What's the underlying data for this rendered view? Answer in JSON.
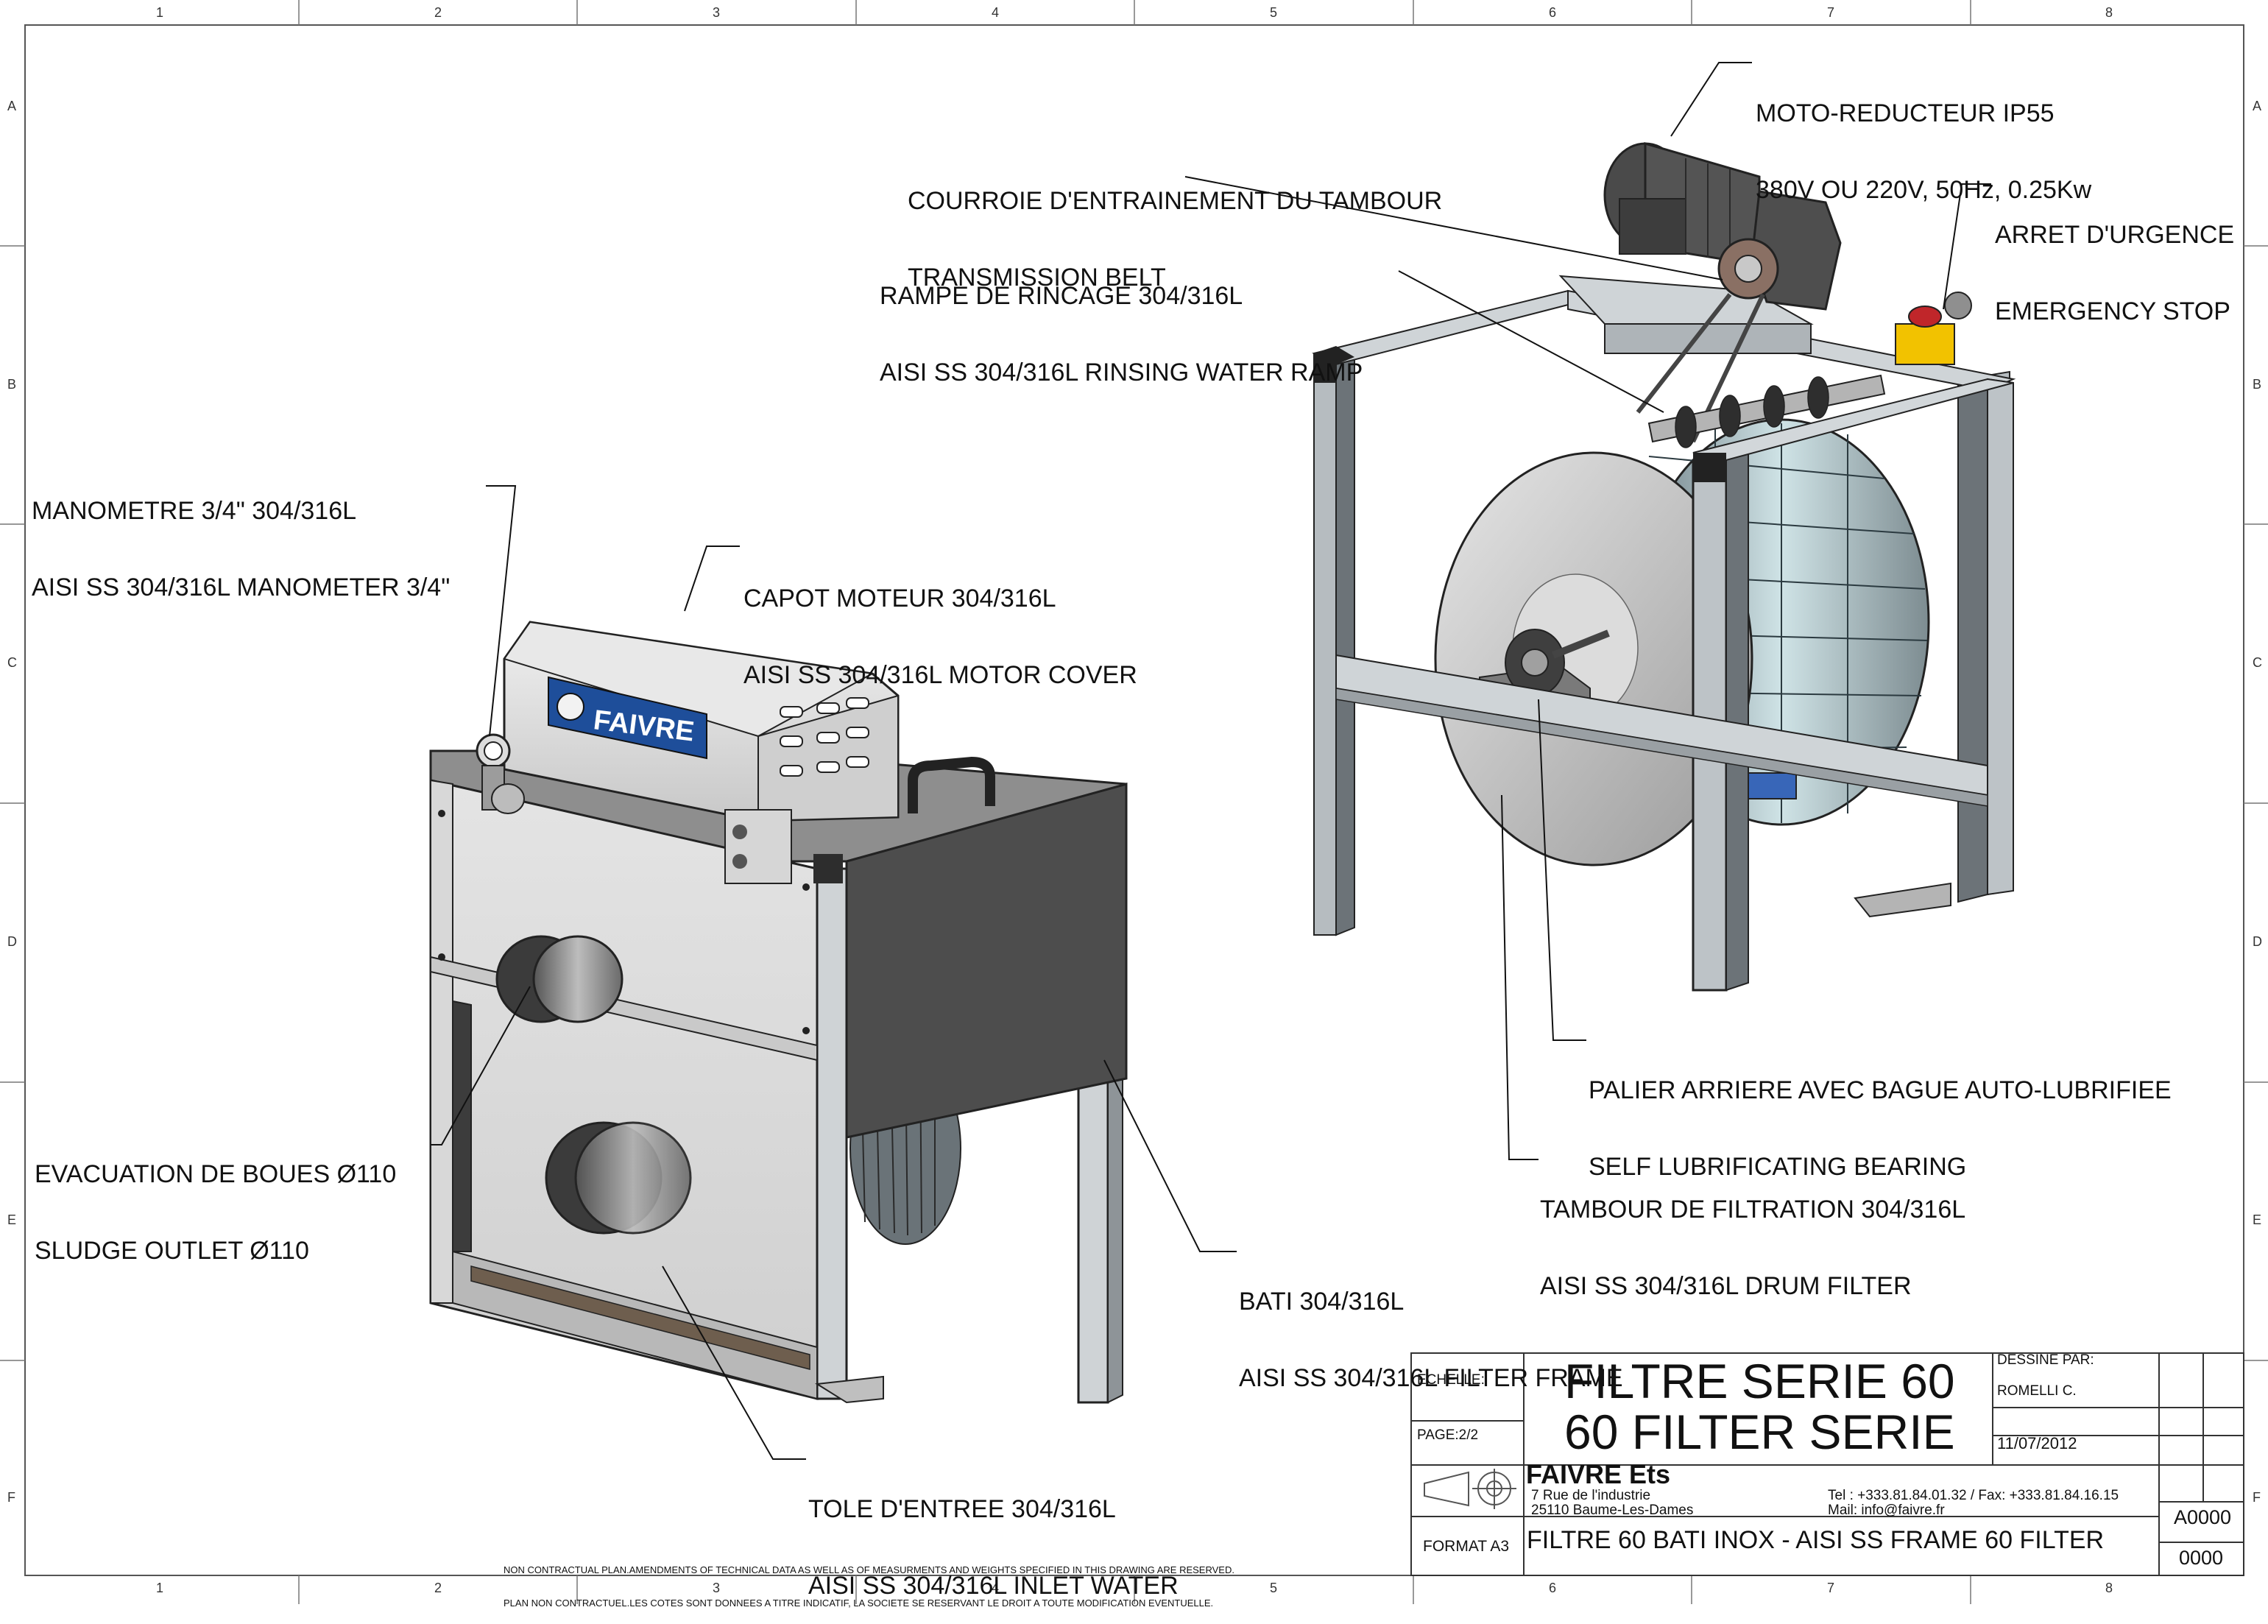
{
  "border": {
    "columns": [
      "1",
      "2",
      "3",
      "4",
      "5",
      "6",
      "7",
      "8"
    ],
    "rows": [
      "A",
      "B",
      "C",
      "D",
      "E",
      "F"
    ]
  },
  "labels": {
    "moto_reducteur": [
      "MOTO-REDUCTEUR IP55",
      "380V OU 220V, 50Hz, 0.25Kw"
    ],
    "courroie": [
      "COURROIE D'ENTRAINEMENT DU TAMBOUR",
      "TRANSMISSION BELT"
    ],
    "arret": [
      "ARRET D'URGENCE",
      "EMERGENCY STOP"
    ],
    "rampe": [
      "RAMPE DE RINCAGE 304/316L",
      "AISI SS 304/316L RINSING WATER RAMP"
    ],
    "manometre": [
      "MANOMETRE 3/4\" 304/316L",
      "AISI SS 304/316L MANOMETER 3/4\""
    ],
    "capot": [
      "CAPOT MOTEUR 304/316L",
      "AISI SS 304/316L MOTOR COVER"
    ],
    "palier": [
      "PALIER ARRIERE AVEC BAGUE AUTO-LUBRIFIEE",
      "SELF LUBRIFICATING BEARING"
    ],
    "evacuation": [
      "EVACUATION DE BOUES Ø110",
      "SLUDGE OUTLET Ø110"
    ],
    "tambour": [
      "TAMBOUR DE FILTRATION 304/316L",
      "AISI SS 304/316L DRUM FILTER"
    ],
    "bati": [
      "BATI 304/316L",
      "AISI SS 304/316L FILTER FRAME"
    ],
    "tole": [
      "TOLE D'ENTREE 304/316L",
      "AISI SS 304/316L INLET WATER"
    ]
  },
  "brand_plate": "FAIVRE",
  "disclaimer": [
    "NON CONTRACTUAL PLAN.AMENDMENTS OF TECHNICAL DATA AS WELL AS OF MEASURMENTS AND WEIGHTS SPECIFIED IN THIS DRAWING ARE RESERVED.",
    "PLAN NON CONTRACTUEL.LES COTES SONT DONNEES A TITRE INDICATIF, LA SOCIETE SE RESERVANT LE DROIT A TOUTE MODIFICATION EVENTUELLE."
  ],
  "title_block": {
    "echelle_label": "ECHELLE:",
    "page_label": "PAGE:2/2",
    "format_label": "FORMAT A3",
    "title_fr": "FILTRE SERIE 60",
    "title_en": "60 FILTER SERIE",
    "dessine_par_label": "DESSINE PAR:",
    "designer": "ROMELLI C.",
    "date": "11/07/2012",
    "company": "FAIVRE Ets",
    "address1": "7 Rue de l'industrie",
    "address2": "25110 Baume-Les-Dames",
    "tel": "Tel : +333.81.84.01.32 / Fax: +333.81.84.16.15",
    "mail": "Mail: info@faivre.fr",
    "drawing_title": "FILTRE 60 BATI INOX - AISI SS FRAME 60 FILTER",
    "ref": "A0000",
    "number": "0000"
  }
}
